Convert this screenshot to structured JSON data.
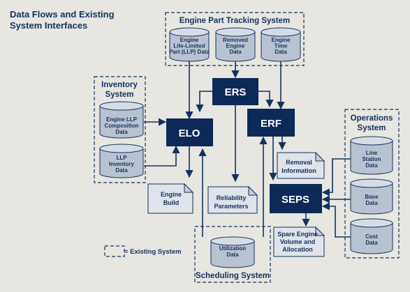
{
  "title_lines": [
    "Data Flows and Existing",
    "System Interfaces"
  ],
  "groups": {
    "engine_part_tracking": "Engine Part Tracking System",
    "inventory": [
      "Inventory",
      "System"
    ],
    "operations": [
      "Operations",
      "System"
    ],
    "scheduling": "Scheduling System"
  },
  "datastores": {
    "llp_data": [
      "Engine",
      "Life-Limited",
      "Part (LLP) Data"
    ],
    "removed_engine": [
      "Removed",
      "Engine",
      "Data"
    ],
    "engine_time": [
      "Engine",
      "Time",
      "Data"
    ],
    "llp_composition": [
      "Engine LLP",
      "Composition",
      "Data"
    ],
    "llp_inventory": [
      "LLP",
      "Inventory",
      "Data"
    ],
    "line_station": [
      "Line",
      "Station",
      "Data"
    ],
    "base_data": [
      "Base",
      "Data"
    ],
    "cost_data": [
      "Cost",
      "Data"
    ],
    "utilization": [
      "Utilization",
      "Data"
    ]
  },
  "systems": {
    "ers": "ERS",
    "elo": "ELO",
    "erf": "ERF",
    "seps": "SEPS"
  },
  "documents": {
    "engine_build": [
      "Engine",
      "Build"
    ],
    "reliability": [
      "Reliability",
      "Parameters"
    ],
    "removal_info": [
      "Removal",
      "Information"
    ],
    "spare_engine": [
      "Spare Engine",
      "Volume and",
      "Allocation"
    ]
  },
  "legend": {
    "label": "= Existing System"
  },
  "colors": {
    "background": "#e7e6e1",
    "navy": "#0c2957",
    "text": "#13315f",
    "cylinder_body": "#b9c2d1",
    "cylinder_top": "#d6dce6"
  }
}
